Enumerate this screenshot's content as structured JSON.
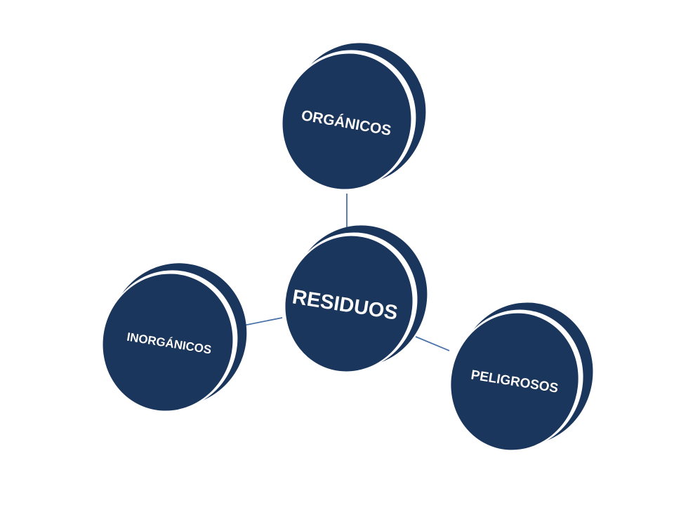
{
  "diagram": {
    "center": {
      "label": "RESIDUOS"
    },
    "nodes": [
      {
        "label": "ORGÁNICOS"
      },
      {
        "label": "INORGÁNICOS"
      },
      {
        "label": "PELIGROSOS"
      }
    ]
  },
  "colors": {
    "disc_fill": "#1b365d",
    "disc_rim": "#ffffff",
    "connector": "#4a72a8"
  }
}
